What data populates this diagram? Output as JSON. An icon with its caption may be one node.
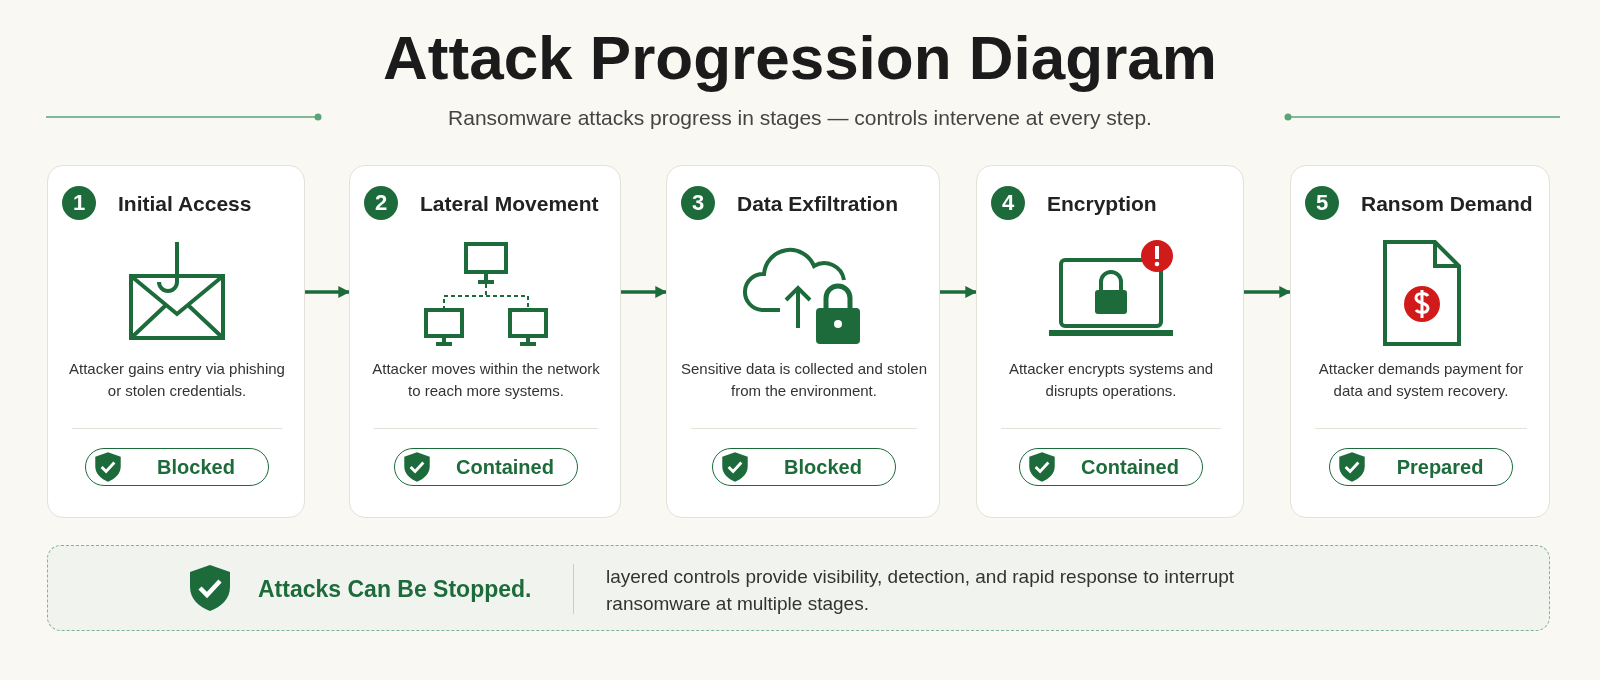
{
  "diagram": {
    "title": "Attack Progression Diagram",
    "nodes": [
      {
        "text": [
          "Initial Access",
          "Attacker gains entry via phishing or stolen credentials."
        ]
      },
      {
        "text": [
          "1"
        ],
        "in": 0
      },
      {
        "text": [
          "Blocked"
        ],
        "in": 0
      },
      {
        "text": [
          "Lateral Movement",
          "Attacker moves within the network to reach more systems."
        ]
      },
      {
        "text": [
          "2"
        ],
        "in": 3
      },
      {
        "text": [
          "Contained"
        ],
        "in": 3
      },
      {
        "text": [
          "Data Exfiltration",
          "Sensitive data is collected and stolen from the environment."
        ]
      },
      {
        "text": [
          "3"
        ],
        "in": 6
      },
      {
        "text": [
          "Blocked"
        ],
        "in": 6
      },
      {
        "text": [
          "Encryption",
          "Attacker encrypts systems and disrupts operations."
        ]
      },
      {
        "text": [
          "4"
        ],
        "in": 9
      },
      {
        "text": [
          "Contained"
        ],
        "in": 9
      },
      {
        "text": [
          "Ransom Demand",
          "Attacker demands payment for data and system recovery."
        ]
      },
      {
        "text": [
          "5"
        ],
        "in": 12
      },
      {
        "text": [
          "Prepared"
        ],
        "in": 12
      },
      {
        "text": [
          "Attacks Can Be Stopped.",
          "layered controls provide visibility, detection, and rapid response to interrupt ransomware at multiple stages."
        ]
      }
    ],
    "edges": [
      {
        "from": 0,
        "to": 3,
        "arrow": "to"
      },
      {
        "from": 3,
        "to": 6,
        "arrow": "to"
      },
      {
        "from": 6,
        "to": 9,
        "arrow": "to"
      },
      {
        "from": 9,
        "to": 12,
        "arrow": "to"
      }
    ],
    "labels": [
      "Ransomware attacks progress in stages — controls intervene at every step."
    ]
  }
}
